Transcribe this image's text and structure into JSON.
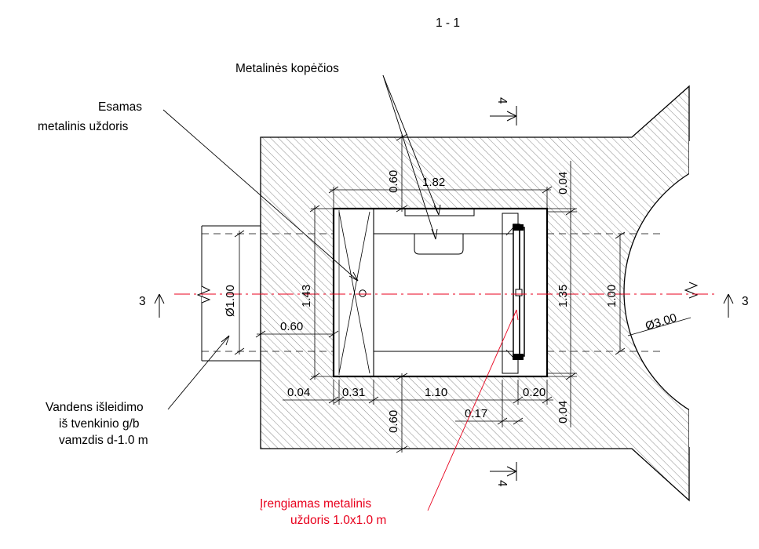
{
  "section_title": "1 - 1",
  "labels": {
    "ladder": "Metalinės kopėčios",
    "existing_gate_l1": "Esamas",
    "existing_gate_l2": "metalinis uždoris",
    "outlet_l1": "Vandens išleidimo",
    "outlet_l2": "iš tvenkinio g/b",
    "outlet_l3": "vamzdis d-1.0 m",
    "new_gate_l1": "Įrengiamas metalinis",
    "new_gate_l2": "uždoris 1.0x1.0 m"
  },
  "section_marks": {
    "left": "3",
    "right": "3",
    "top": "4",
    "bottom": "4"
  },
  "dimensions": {
    "top_wall": "0.60",
    "inner_width": "1.82",
    "top_right_offset": "0.04",
    "pipe_diameter_left": "Ø1.00",
    "inner_height": "1.43",
    "left_pipe_offset": "0.60",
    "right_height": "1.35",
    "right_opening": "1.00",
    "pipe_diameter_right": "Ø3.00",
    "bottom_left_offset": "0.04",
    "gate_depth": "0.31",
    "mid_length": "1.10",
    "gate_frame": "0.20",
    "gate_gap": "0.17",
    "bottom_wall": "0.60",
    "bottom_right_offset": "0.04"
  },
  "colors": {
    "line": "#000000",
    "hatch": "#555555",
    "accent": "#e8001c"
  }
}
